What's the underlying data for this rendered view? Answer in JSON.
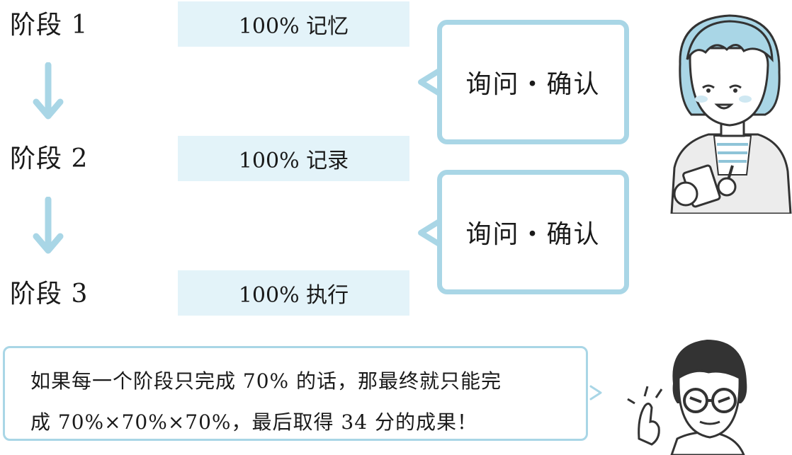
{
  "stages": [
    {
      "label": "阶段 1",
      "content": "100% 记忆"
    },
    {
      "label": "阶段 2",
      "content": "100% 记录"
    },
    {
      "label": "阶段 3",
      "content": "100% 执行"
    }
  ],
  "confirm_boxes": [
    {
      "label": "询问・确认"
    },
    {
      "label": "询问・确认"
    }
  ],
  "speech_bubble": {
    "line1": "如果每一个阶段只完成 70% 的话，那最终就只能完",
    "line2": "成 70%×70%×70%，最后取得 34 分的成果！"
  },
  "colors": {
    "accent_blue": "#a9d6e6",
    "box_fill": "#e3f3f9",
    "text": "#1a1a1a"
  },
  "icons": [
    "down-arrow-icon",
    "left-chevron-icon",
    "woman-taking-notes-illustration",
    "man-with-glasses-illustration"
  ]
}
